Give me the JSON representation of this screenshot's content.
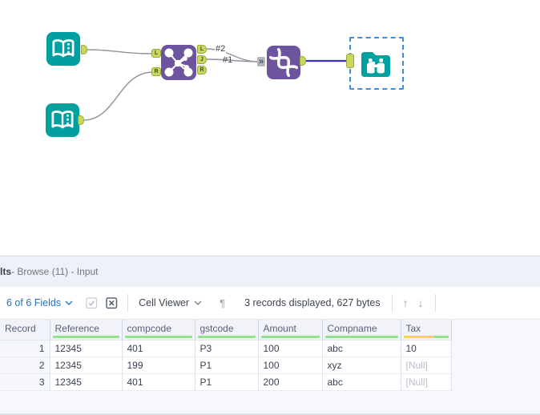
{
  "canvas": {
    "tools": [
      {
        "id": "input-1",
        "type": "input-data"
      },
      {
        "id": "input-2",
        "type": "input-data"
      },
      {
        "id": "join-1",
        "type": "join",
        "input_anchors": [
          "L",
          "R"
        ],
        "output_anchors": [
          "L",
          "J",
          "R"
        ]
      },
      {
        "id": "union-1",
        "type": "union",
        "multi_input_marker": "»"
      },
      {
        "id": "browse-1",
        "type": "browse",
        "selected": true
      }
    ],
    "connection_labels": [
      "#2",
      "#1"
    ]
  },
  "results_panel": {
    "title": {
      "bold": "lts",
      "rest": " - Browse (11) - Input"
    },
    "toolbar": {
      "fields_dropdown": "6 of 6 Fields",
      "cell_viewer_dropdown": "Cell Viewer",
      "paragraph_mark": "¶",
      "records_status": "3 records displayed, 627 bytes",
      "up_arrow": "↑",
      "down_arrow": "↓"
    },
    "table": {
      "columns": [
        {
          "label": "Record",
          "quality": "none"
        },
        {
          "label": "Reference",
          "quality": "ok"
        },
        {
          "label": "compcode",
          "quality": "ok"
        },
        {
          "label": "gstcode",
          "quality": "ok"
        },
        {
          "label": "Amount",
          "quality": "ok"
        },
        {
          "label": "Compname",
          "quality": "ok"
        },
        {
          "label": "Tax",
          "quality": "nulls"
        }
      ],
      "rows": [
        [
          "1",
          "12345",
          "401",
          "P3",
          "100",
          "abc",
          "10"
        ],
        [
          "2",
          "12345",
          "199",
          "P1",
          "100",
          "xyz",
          "[Null]"
        ],
        [
          "3",
          "12345",
          "401",
          "P1",
          "200",
          "abc",
          "[Null]"
        ]
      ],
      "null_text": "[Null]"
    }
  },
  "colors": {
    "tool_teal": "#00a0a0",
    "tool_purple": "#6e549e",
    "anchor_green": "#c9d75f",
    "selected_connection_blue": "#3333cc",
    "wire_gray": "#8f959e",
    "quality_ok_green": "#90e28c",
    "quality_null_yellow": "#fbd44c",
    "link_blue": "#2571c4",
    "selection_dash_blue": "#3e8edd"
  }
}
